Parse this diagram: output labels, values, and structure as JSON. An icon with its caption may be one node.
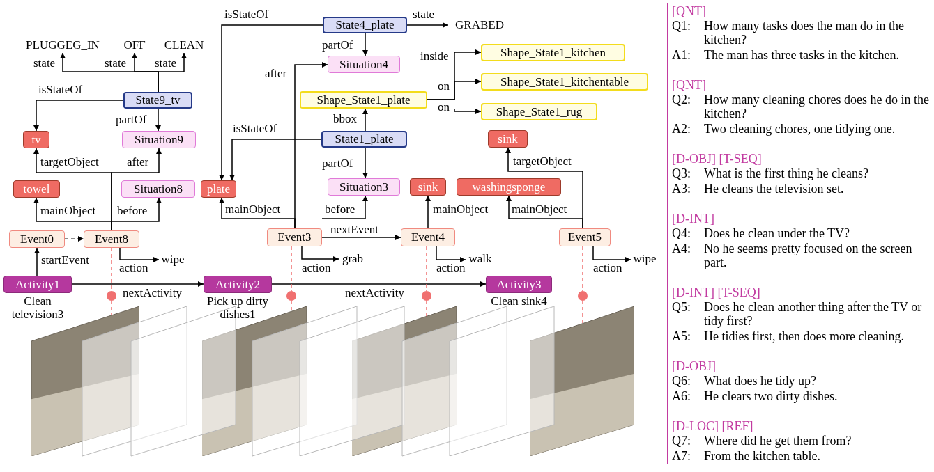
{
  "diagram": {
    "nodes": [
      {
        "text": [
          "PLUGGEG_IN"
        ]
      },
      {
        "text": [
          "OFF"
        ]
      },
      {
        "text": [
          "CLEAN"
        ]
      },
      {
        "text": [
          "State9_tv"
        ]
      },
      {
        "text": [
          "tv"
        ]
      },
      {
        "text": [
          "Situation9"
        ]
      },
      {
        "text": [
          "towel"
        ]
      },
      {
        "text": [
          "Situation8"
        ]
      },
      {
        "text": [
          "Event0"
        ]
      },
      {
        "text": [
          "Event8"
        ]
      },
      {
        "text": [
          "wipe"
        ]
      },
      {
        "text": [
          "Activity1"
        ],
        "beside": [
          "Clean television3"
        ]
      },
      {
        "text": [
          "Activity2"
        ],
        "beside": [
          "Pick up dirty dishes1"
        ]
      },
      {
        "text": [
          "Activity3"
        ],
        "beside": [
          "Clean sink4"
        ]
      },
      {
        "text": [
          "State4_plate"
        ]
      },
      {
        "text": [
          "GRABED"
        ]
      },
      {
        "text": [
          "Situation4"
        ]
      },
      {
        "text": [
          "Shape_State1_plate"
        ]
      },
      {
        "text": [
          "Shape_State1_kitchen"
        ]
      },
      {
        "text": [
          "Shape_State1_kitchentable"
        ]
      },
      {
        "text": [
          "Shape_State1_rug"
        ]
      },
      {
        "text": [
          "State1_plate"
        ]
      },
      {
        "text": [
          "plate"
        ]
      },
      {
        "text": [
          "Situation3"
        ]
      },
      {
        "text": [
          "sink"
        ]
      },
      {
        "text": [
          "washingsponge"
        ]
      },
      {
        "text": [
          "sink"
        ]
      },
      {
        "text": [
          "Event3"
        ]
      },
      {
        "text": [
          "grab"
        ]
      },
      {
        "text": [
          "Event4"
        ]
      },
      {
        "text": [
          "walk"
        ]
      },
      {
        "text": [
          "Event5"
        ]
      },
      {
        "text": [
          "wipe"
        ]
      },
      {
        "text": [],
        "shape": "picture"
      },
      {
        "text": [],
        "shape": "picture"
      },
      {
        "text": [],
        "shape": "picture"
      },
      {
        "text": [],
        "shape": "picture"
      },
      {
        "text": [],
        "shape": "circle"
      },
      {
        "text": [],
        "shape": "circle"
      },
      {
        "text": [],
        "shape": "circle"
      },
      {
        "text": [],
        "shape": "circle"
      }
    ],
    "edges": [
      {
        "from": 3,
        "to": 0,
        "arrow": "to",
        "label": "state"
      },
      {
        "from": 3,
        "to": 1,
        "arrow": "to",
        "label": "state"
      },
      {
        "from": 3,
        "to": 2,
        "arrow": "to",
        "label": "state"
      },
      {
        "from": 3,
        "to": 4,
        "arrow": "to",
        "label": "isStateOf"
      },
      {
        "from": 3,
        "to": 5,
        "arrow": "to",
        "label": "partOf"
      },
      {
        "from": 9,
        "to": 4,
        "arrow": "to",
        "label": "targetObject"
      },
      {
        "from": 9,
        "to": 5,
        "arrow": "to",
        "label": "after"
      },
      {
        "from": 9,
        "to": 6,
        "arrow": "to",
        "label": "mainObject"
      },
      {
        "from": 9,
        "to": 7,
        "arrow": "to",
        "label": "before"
      },
      {
        "from": 8,
        "to": 9,
        "arrow": "to",
        "style": "dashed",
        "color": "#666666"
      },
      {
        "from": 9,
        "to": 10,
        "arrow": "to",
        "label": "action"
      },
      {
        "from": 11,
        "to": 8,
        "arrow": "to",
        "label": "startEvent"
      },
      {
        "from": 11,
        "to": 12,
        "arrow": "to",
        "label": "nextActivity"
      },
      {
        "from": 12,
        "to": 13,
        "arrow": "to",
        "label": "nextActivity"
      },
      {
        "from": 14,
        "to": 15,
        "arrow": "to",
        "label": "state"
      },
      {
        "from": 14,
        "to": 22,
        "arrow": "to",
        "label": "isStateOf"
      },
      {
        "from": 14,
        "to": 16,
        "arrow": "to",
        "label": "partOf"
      },
      {
        "from": 27,
        "to": 16,
        "arrow": "to",
        "label": "after"
      },
      {
        "from": 17,
        "to": 18,
        "arrow": "to",
        "label": "inside"
      },
      {
        "from": 17,
        "to": 19,
        "arrow": "to",
        "label": "on"
      },
      {
        "from": 17,
        "to": 20,
        "arrow": "to",
        "label": "on"
      },
      {
        "from": 21,
        "to": 17,
        "arrow": "to",
        "label": "bbox"
      },
      {
        "from": 21,
        "to": 22,
        "arrow": "to",
        "label": "isStateOf"
      },
      {
        "from": 21,
        "to": 23,
        "arrow": "to",
        "label": "partOf"
      },
      {
        "from": 27,
        "to": 22,
        "arrow": "to",
        "label": "mainObject"
      },
      {
        "from": 27,
        "to": 23,
        "arrow": "to",
        "label": "before"
      },
      {
        "from": 27,
        "to": 28,
        "arrow": "to",
        "label": "action"
      },
      {
        "from": 27,
        "to": 29,
        "arrow": "to",
        "label": "nextEvent"
      },
      {
        "from": 29,
        "to": 24,
        "arrow": "to",
        "label": "mainObject"
      },
      {
        "from": 29,
        "to": 30,
        "arrow": "to",
        "label": "action"
      },
      {
        "from": 31,
        "to": 25,
        "arrow": "to",
        "label": "mainObject"
      },
      {
        "from": 31,
        "to": 26,
        "arrow": "to",
        "label": "targetObject"
      },
      {
        "from": 31,
        "to": 32,
        "arrow": "to",
        "label": "action"
      },
      {
        "from": 9,
        "to": 37,
        "arrow": "none",
        "style": "dashed",
        "color": "#f07070"
      },
      {
        "from": 27,
        "to": 38,
        "arrow": "none",
        "style": "dashed",
        "color": "#f07070"
      },
      {
        "from": 29,
        "to": 39,
        "arrow": "none",
        "style": "dashed",
        "color": "#f07070"
      },
      {
        "from": 31,
        "to": 40,
        "arrow": "none",
        "style": "dashed",
        "color": "#f07070"
      },
      {
        "from": 37,
        "to": 33,
        "arrow": "none",
        "style": "dashed",
        "color": "#f07070"
      },
      {
        "from": 38,
        "to": 34,
        "arrow": "none",
        "style": "dashed",
        "color": "#f07070"
      },
      {
        "from": 39,
        "to": 35,
        "arrow": "none",
        "style": "dashed",
        "color": "#f07070"
      },
      {
        "from": 40,
        "to": 36,
        "arrow": "none",
        "style": "dashed",
        "color": "#f07070"
      }
    ],
    "labels": [
      "[QNT]",
      "Q1:",
      "How many tasks does the man do in the kitchen?",
      "A1:",
      "The man has three tasks in the kitchen.",
      "[QNT]",
      "Q2:",
      "How many cleaning chores does he do in the kitchen?",
      "A2:",
      "Two cleaning chores, one tidying one.",
      "[D-OBJ] [T-SEQ]",
      "Q3:",
      "What is the first thing he cleans?",
      "A3:",
      "He cleans the television set.",
      "[D-INT]",
      "Q4:",
      "Does he clean under the TV?",
      "A4:",
      "No he seems pretty focused on the screen part.",
      "[D-INT] [T-SEQ]",
      "Q5:",
      "Does he clean another thing after the TV or tidy first?",
      "A5:",
      "He tidies first, then does more cleaning.",
      "[D-OBJ]",
      "Q6:",
      "What does he tidy up?",
      "A6:",
      "He clears two dirty dishes.",
      "[D-LOC] [REF]",
      "Q7:",
      "Where did he get them from?",
      "A7:",
      "From the kitchen table."
    ]
  }
}
